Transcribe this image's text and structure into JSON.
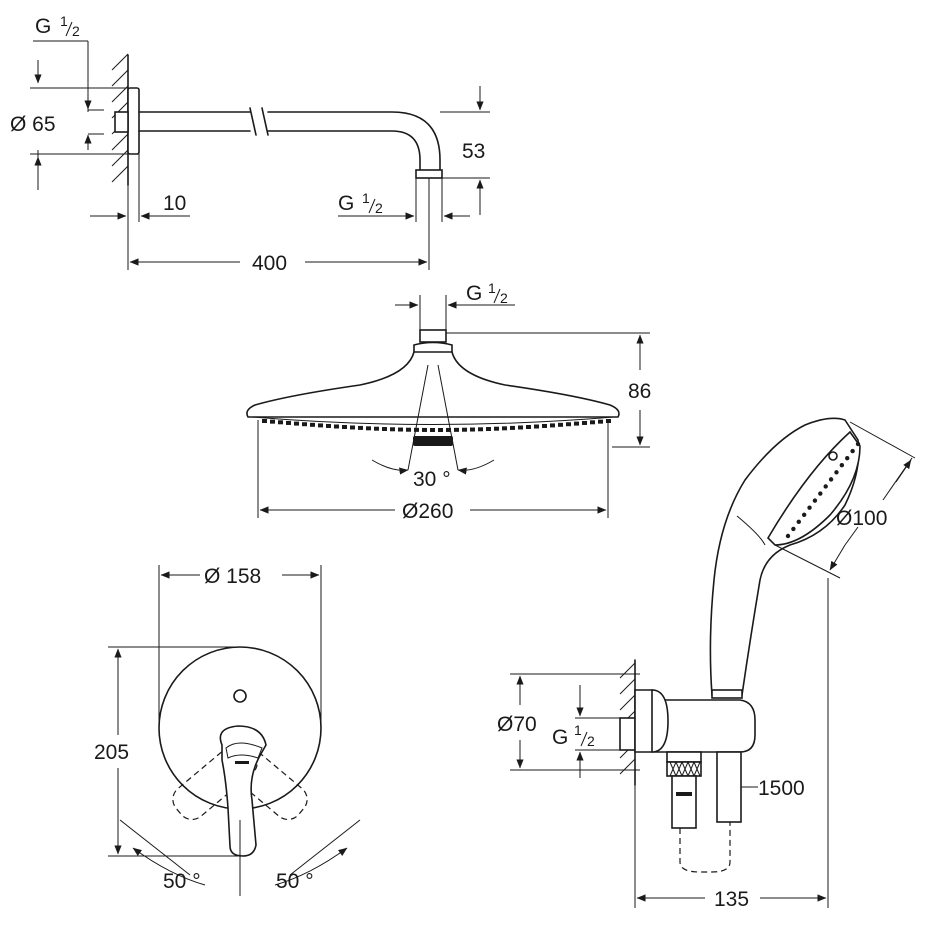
{
  "drawing": {
    "shower_arm": {
      "thread_top": "G",
      "thread_top_sup": "1",
      "thread_top_sub": "2",
      "flange_diameter": "Ø 65",
      "wall_offset": "10",
      "length": "400",
      "drop": "53",
      "thread_end": "G",
      "thread_end_sup": "1",
      "thread_end_sub": "2"
    },
    "head_shower": {
      "thread": "G",
      "thread_sup": "1",
      "thread_sub": "2",
      "height": "86",
      "angle": "30 °",
      "diameter": "Ø260"
    },
    "mixer": {
      "diameter": "Ø 158",
      "height": "205",
      "angle_left": "50 °",
      "angle_right": "50 °"
    },
    "hand_shower": {
      "head_diameter": "Ø100",
      "outlet_diameter": "Ø70",
      "thread": "G",
      "thread_sup": "1",
      "thread_sub": "2",
      "hose_length": "1500",
      "projection": "135"
    }
  }
}
